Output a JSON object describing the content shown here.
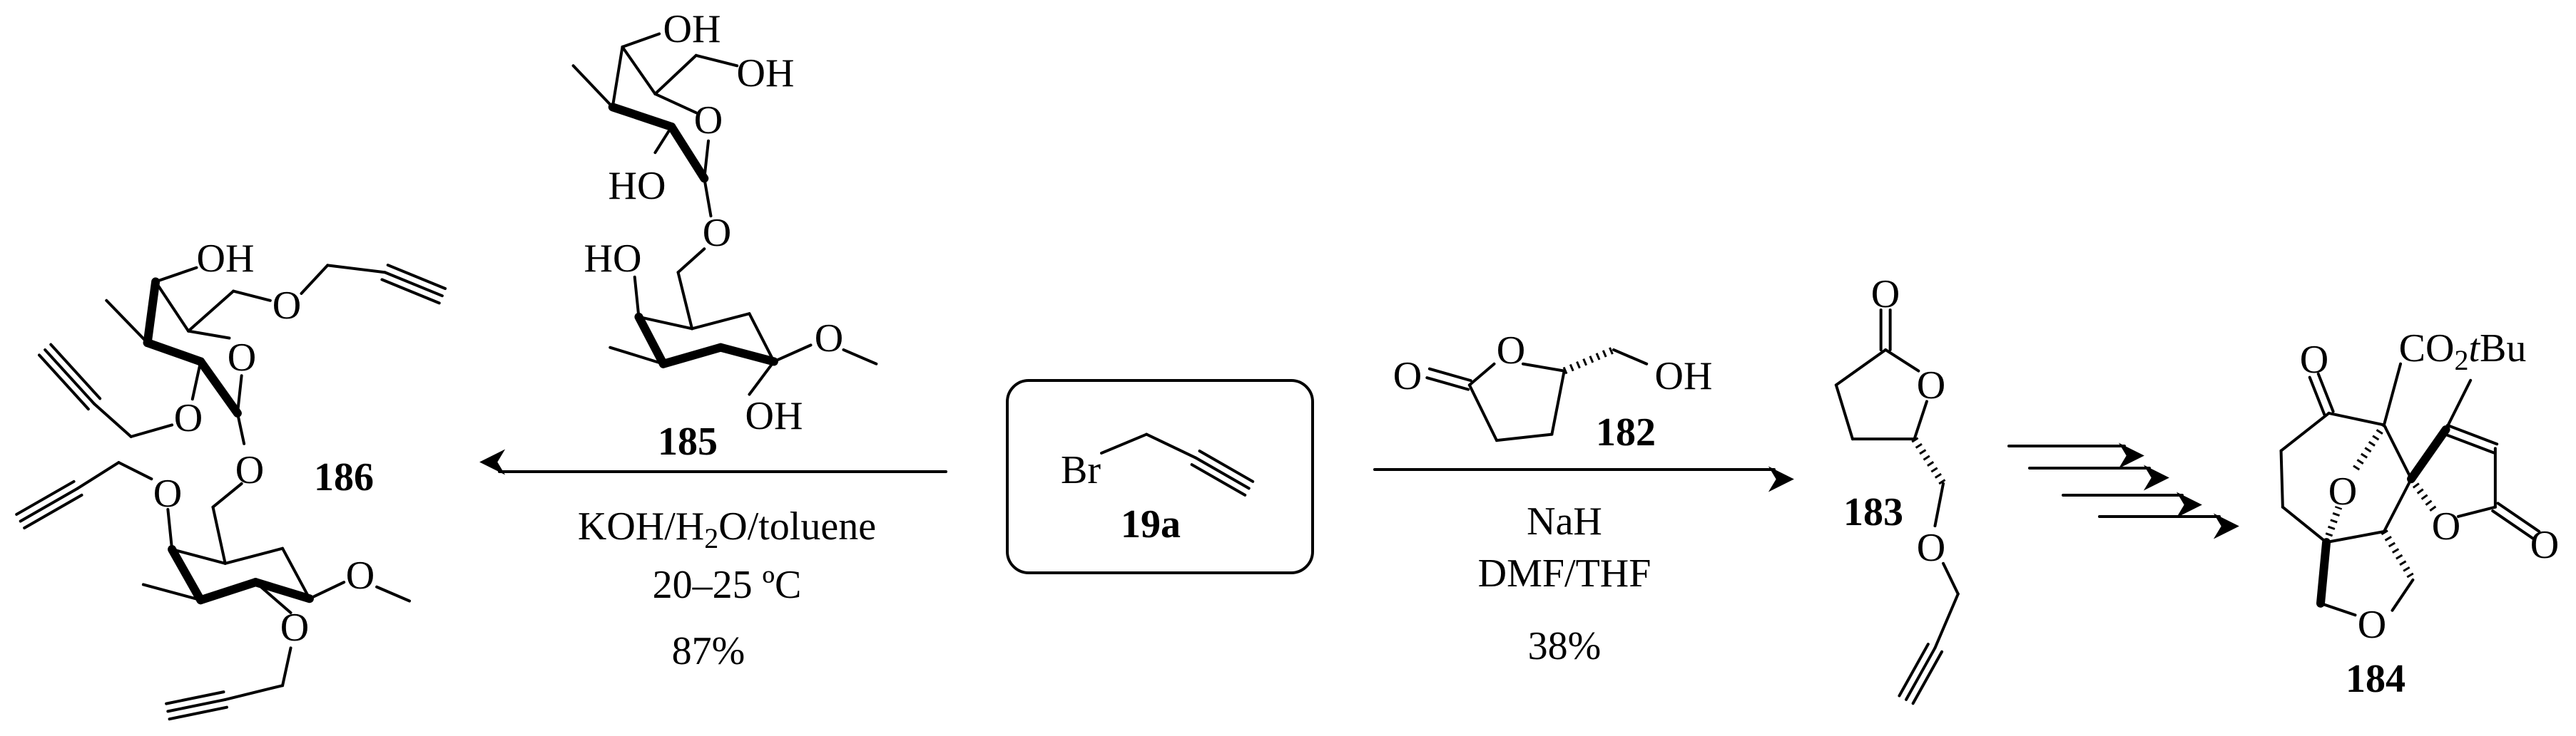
{
  "reagent": {
    "label": "19a",
    "atom": "Br"
  },
  "left_reaction": {
    "conditions_line1": [
      "KOH/H",
      "2",
      "O/toluene"
    ],
    "conditions_line2": "20–25 ºC",
    "yield": "87%",
    "substrate": {
      "label": "185",
      "atoms": [
        "OH",
        "OH",
        "O",
        "HO",
        "O",
        "HO",
        "O",
        "OH"
      ]
    },
    "product": {
      "label": "186",
      "atoms": [
        "OH",
        "O",
        "O",
        "O",
        "O",
        "O",
        "O",
        "O"
      ]
    }
  },
  "right_reaction": {
    "conditions_line1": "NaH",
    "conditions_line2": "DMF/THF",
    "yield": "38%",
    "substrate": {
      "label": "182",
      "atoms": [
        "O",
        "O",
        "OH"
      ]
    },
    "product": {
      "label": "183",
      "atoms": [
        "O",
        "O",
        "O"
      ]
    },
    "final": {
      "label": "184",
      "ester": [
        "CO",
        "2",
        "t",
        "Bu"
      ],
      "atoms": [
        "O",
        "O",
        "O",
        "O",
        "O"
      ]
    }
  }
}
